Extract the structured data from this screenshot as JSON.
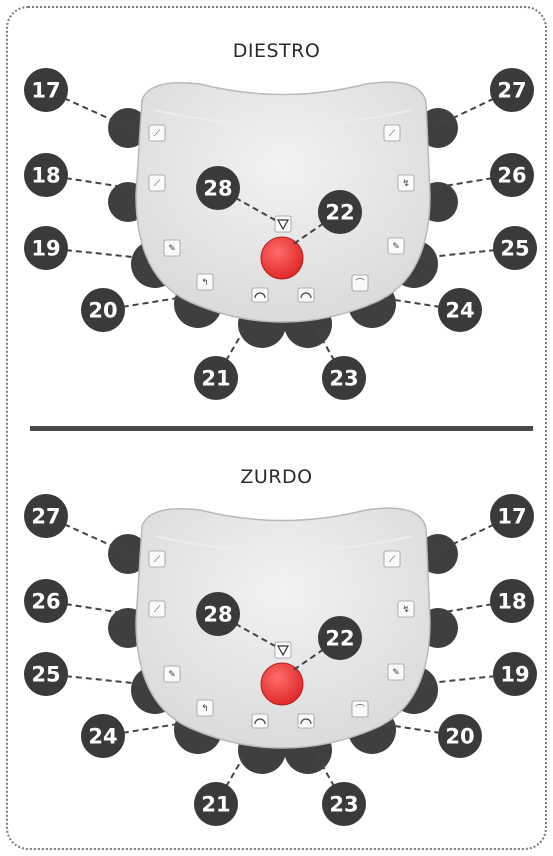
{
  "panels": [
    {
      "title": "DIESTRO",
      "callouts": {
        "top_left": "17",
        "mid_left": "18",
        "low_left": "19",
        "bottom_left": "20",
        "bottom_a": "21",
        "center": "22",
        "bottom_b": "23",
        "bottom_right": "24",
        "low_right": "25",
        "mid_right": "26",
        "top_right": "27",
        "stop": "28"
      }
    },
    {
      "title": "ZURDO",
      "callouts": {
        "top_left": "27",
        "mid_left": "26",
        "low_left": "25",
        "bottom_left": "24",
        "bottom_a": "21",
        "center": "22",
        "bottom_b": "23",
        "bottom_right": "20",
        "low_right": "19",
        "mid_right": "18",
        "top_right": "17",
        "stop": "28"
      }
    }
  ],
  "colors": {
    "callout_fill": "#3a3a3a",
    "panel_body": "#d9d9d9",
    "knob_dark": "#3f3f3f",
    "red_button": "#e02a2a",
    "dashed_line": "#444444"
  },
  "icons": [
    "chair-position-icon",
    "stop-triangle-icon",
    "speed-dial-icon"
  ]
}
